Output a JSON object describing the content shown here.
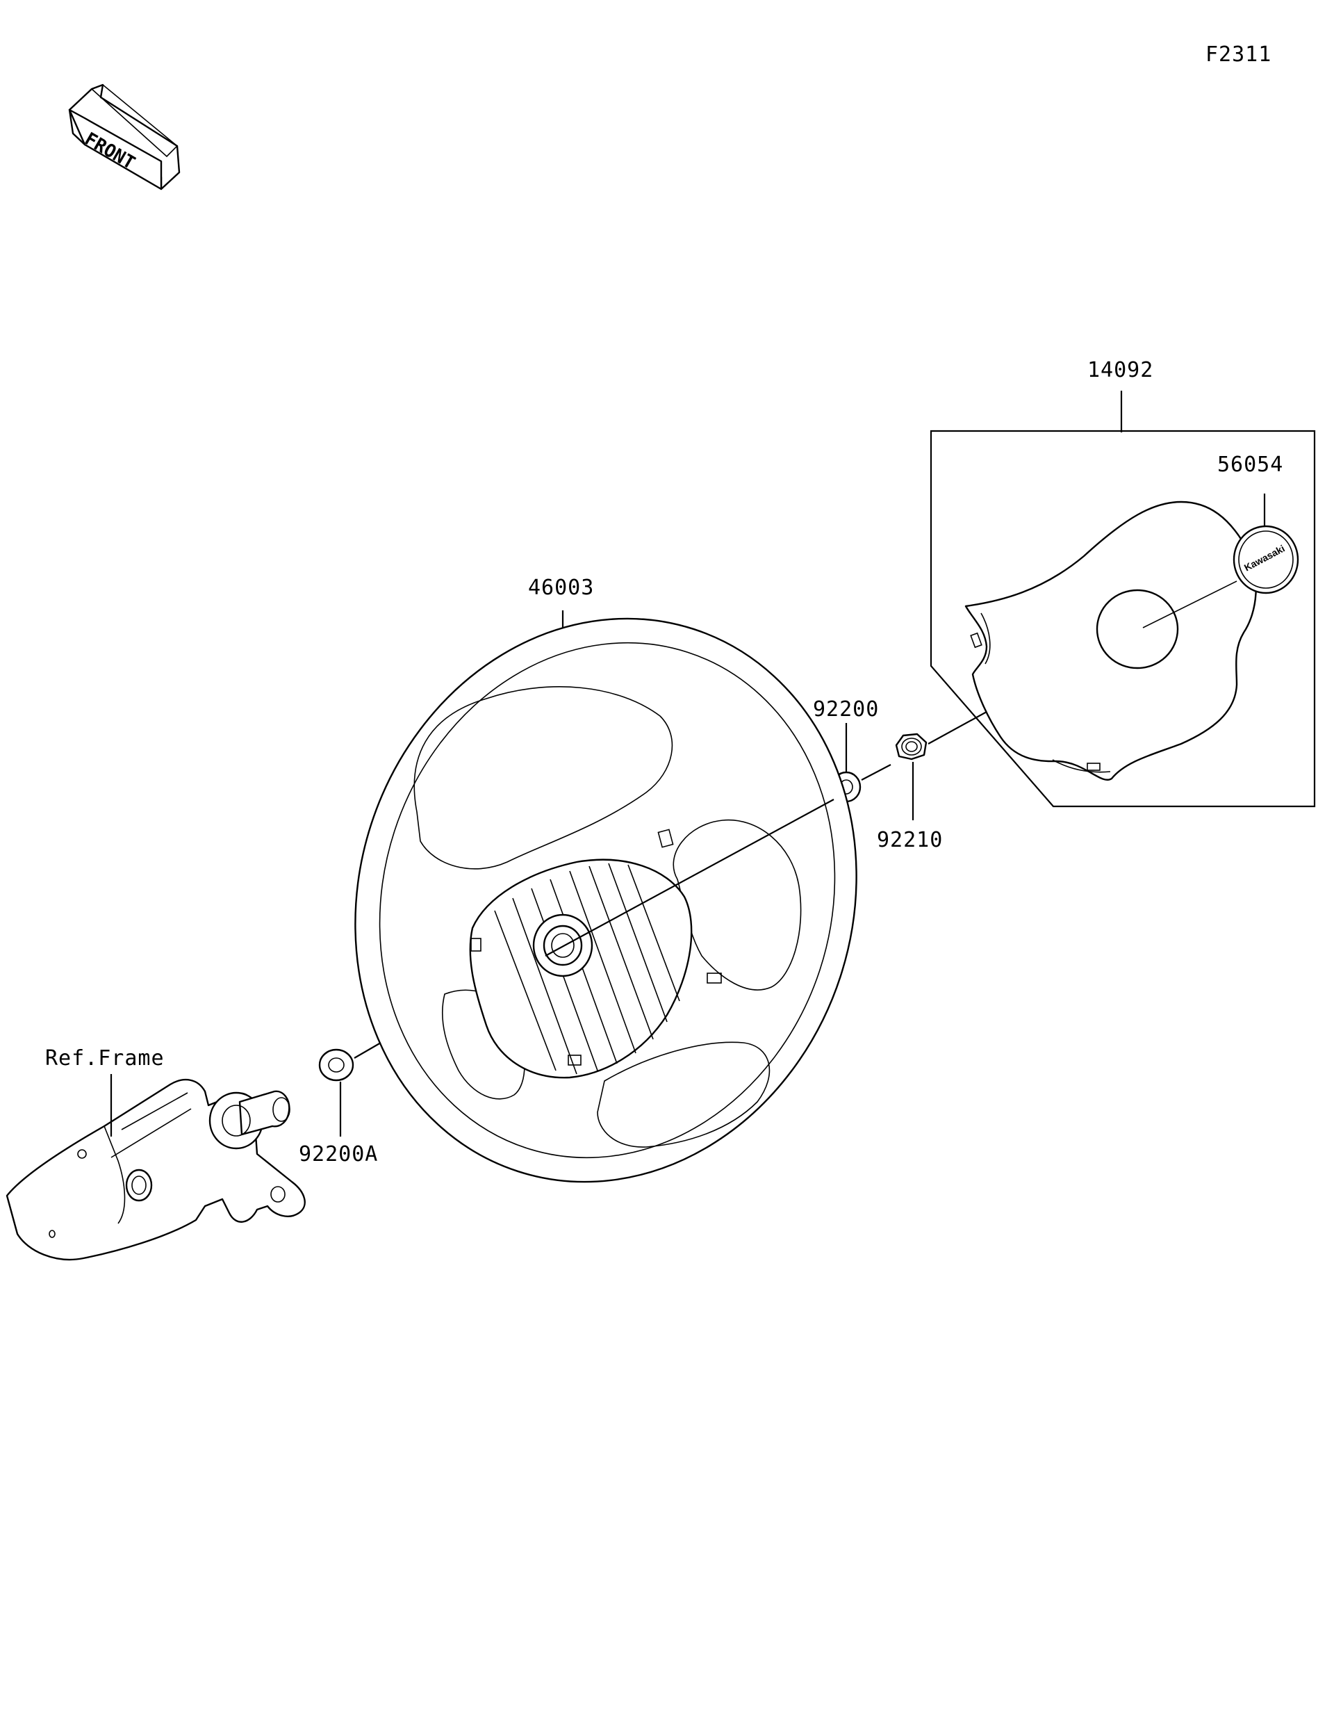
{
  "figure_code": "F2311",
  "front_marker": "FRONT",
  "reference_label": "Ref.Frame",
  "parts": [
    {
      "id": "steering-wheel",
      "number": "46003"
    },
    {
      "id": "pad-assembly",
      "number": "14092"
    },
    {
      "id": "emblem",
      "number": "56054"
    },
    {
      "id": "washer-upper",
      "number": "92200"
    },
    {
      "id": "nut",
      "number": "92210"
    },
    {
      "id": "washer-lower",
      "number": "92200A"
    }
  ],
  "emblem_text": "Kawasaki",
  "colors": {
    "line": "#000000",
    "background": "#ffffff"
  }
}
